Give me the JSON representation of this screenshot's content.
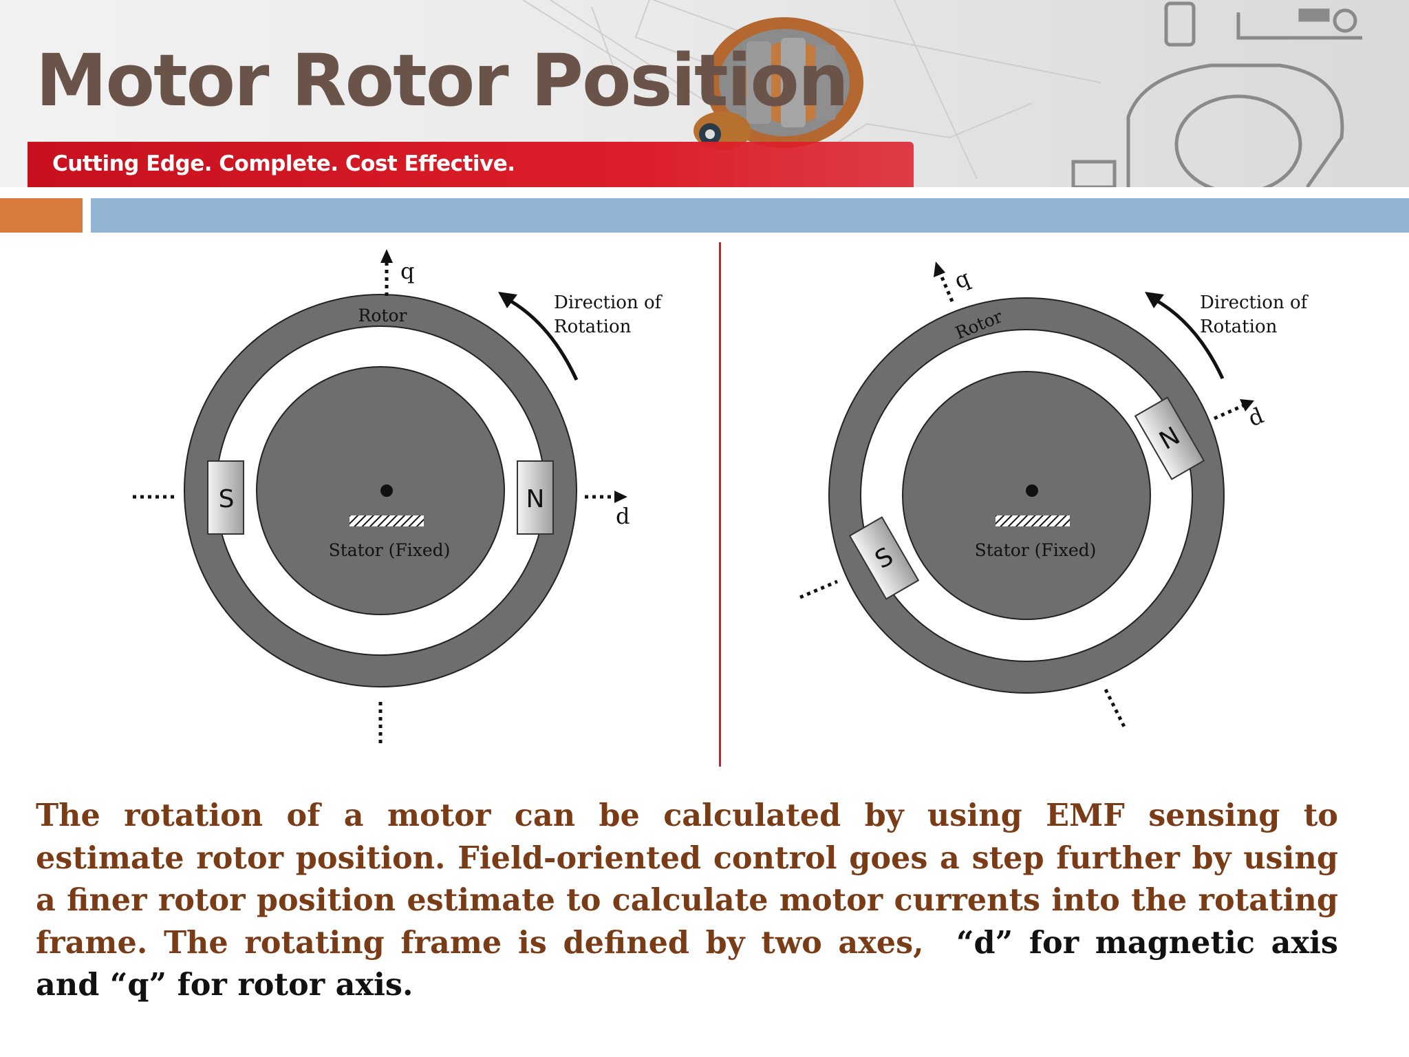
{
  "slide": {
    "title": "Motor Rotor Position",
    "tagline": "Cutting Edge. Complete. Cost Effective."
  },
  "diagram": {
    "left": {
      "q_label": "q",
      "d_label": "d",
      "rotor_label": "Rotor",
      "stator_label": "Stator (Fixed)",
      "south_label": "S",
      "north_label": "N",
      "rotation_line1": "Direction of",
      "rotation_line2": "Rotation"
    },
    "right": {
      "q_label": "q",
      "d_label": "d",
      "rotor_label": "Rotor",
      "stator_label": "Stator (Fixed)",
      "south_label": "S",
      "north_label": "N",
      "rotation_line1": "Direction of",
      "rotation_line2": "Rotation"
    }
  },
  "body": {
    "text_main": "The rotation of a motor can be calculated by using EMF sensing to estimate rotor position. Field-oriented control goes a step further by using a finer rotor position estimate to calculate motor currents into the rotating frame. The rotating frame is defined by two axes,",
    "text_emphasis": "“d” for magnetic axis and “q” for rotor axis."
  },
  "colors": {
    "title": "#6a544a",
    "tagline_bar": "#d41a25",
    "accent_orange": "#d97b3f",
    "accent_blue": "#92b4d3",
    "divider": "#c0272d",
    "body_text": "#7a3c17",
    "rotor_gray": "#6e6e6e"
  },
  "icons": {
    "header_art": "motor-armature-illustration"
  }
}
